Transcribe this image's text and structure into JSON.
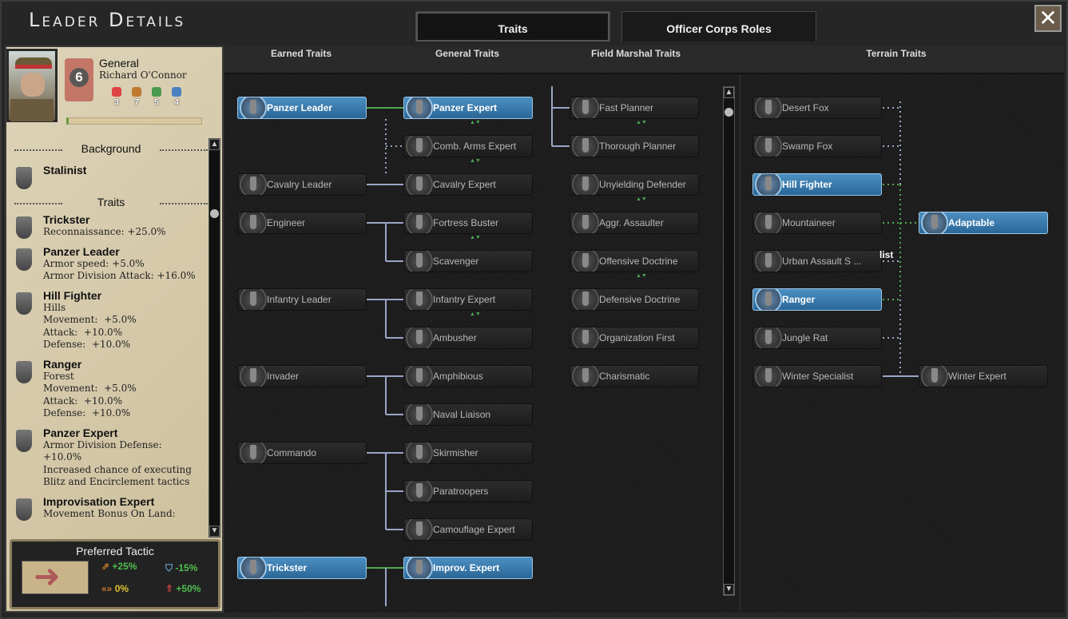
{
  "window": {
    "title": "Leader Details",
    "close_icon": "close-icon"
  },
  "tabs": [
    {
      "label": "Traits",
      "active": true
    },
    {
      "label": "Officer Corps Roles",
      "active": false
    }
  ],
  "leader": {
    "rank_title": "General",
    "name": "Richard O'Connor",
    "skill": "6",
    "stats": [
      {
        "name": "attack",
        "value": "3",
        "color": "#d44"
      },
      {
        "name": "defense",
        "value": "7",
        "color": "#c07a30"
      },
      {
        "name": "planning",
        "value": "5",
        "color": "#4a9a50"
      },
      {
        "name": "logistics",
        "value": "4",
        "color": "#4a80c0"
      }
    ],
    "experience": 0.02
  },
  "background": {
    "heading": "Background",
    "name": "Stalinist"
  },
  "traits_heading": "Traits",
  "leader_traits": [
    {
      "name": "Trickster",
      "desc": "Reconnaissance: +25.0%"
    },
    {
      "name": "Panzer Leader",
      "desc": "Armor speed: +5.0%\nArmor Division Attack: +16.0%"
    },
    {
      "name": "Hill Fighter",
      "desc": "Hills\nMovement:  +5.0%\nAttack:  +10.0%\nDefense:  +10.0%"
    },
    {
      "name": "Ranger",
      "desc": "Forest\nMovement:  +5.0%\nAttack:  +10.0%\nDefense:  +10.0%"
    },
    {
      "name": "Panzer Expert",
      "desc": "Armor Division Defense:\n+10.0%\nIncreased chance of executing\nBlitz and Encirclement tactics"
    },
    {
      "name": "Improvisation Expert",
      "desc": "Movement Bonus On Land:"
    }
  ],
  "tactic": {
    "heading": "Preferred Tactic",
    "attack": "+25%",
    "defense": "-15%",
    "movement": "0%",
    "breakthrough": "+50%"
  },
  "columns": {
    "earned": "Earned Traits",
    "general": "General Traits",
    "field_marshal": "Field Marshal Traits",
    "terrain": "Terrain Traits"
  },
  "earned_traits": [
    {
      "label": "Panzer Leader",
      "active": true
    },
    {
      "label": "Cavalry Leader"
    },
    {
      "label": "Engineer"
    },
    {
      "label": "Infantry Leader"
    },
    {
      "label": "Invader"
    },
    {
      "label": "Commando"
    },
    {
      "label": "Trickster",
      "active": true
    }
  ],
  "general_traits": [
    {
      "label": "Panzer Expert",
      "active": true
    },
    {
      "label": "Comb. Arms Expert"
    },
    {
      "label": "Cavalry Expert"
    },
    {
      "label": "Fortress Buster"
    },
    {
      "label": "Scavenger"
    },
    {
      "label": "Infantry Expert"
    },
    {
      "label": "Ambusher"
    },
    {
      "label": "Amphibious"
    },
    {
      "label": "Naval Liaison"
    },
    {
      "label": "Skirmisher"
    },
    {
      "label": "Paratroopers"
    },
    {
      "label": "Camouflage Expert"
    },
    {
      "label": "Improv. Expert",
      "active": true
    }
  ],
  "field_marshal_traits": [
    {
      "label": "Fast Planner"
    },
    {
      "label": "Thorough Planner"
    },
    {
      "label": "Unyielding Defender"
    },
    {
      "label": "Aggr. Assaulter"
    },
    {
      "label": "Offensive Doctrine"
    },
    {
      "label": "Defensive Doctrine"
    },
    {
      "label": "Organization First"
    },
    {
      "label": "Charismatic"
    }
  ],
  "terrain_traits": [
    {
      "label": "Desert Fox"
    },
    {
      "label": "Swamp Fox"
    },
    {
      "label": "Hill Fighter",
      "active": true
    },
    {
      "label": "Mountaineer"
    },
    {
      "label": "Urban Assault S ..."
    },
    {
      "label": "Ranger",
      "active": true
    },
    {
      "label": "Jungle Rat"
    },
    {
      "label": "Winter Specialist"
    }
  ],
  "terrain_advanced": [
    {
      "label": "Adaptable",
      "active": true
    },
    {
      "label": "Winter Expert"
    }
  ],
  "overflow_text": "list",
  "colors": {
    "active": "#3b7db0",
    "link_active": "#4fa84f",
    "link": "#9aa6c8"
  }
}
